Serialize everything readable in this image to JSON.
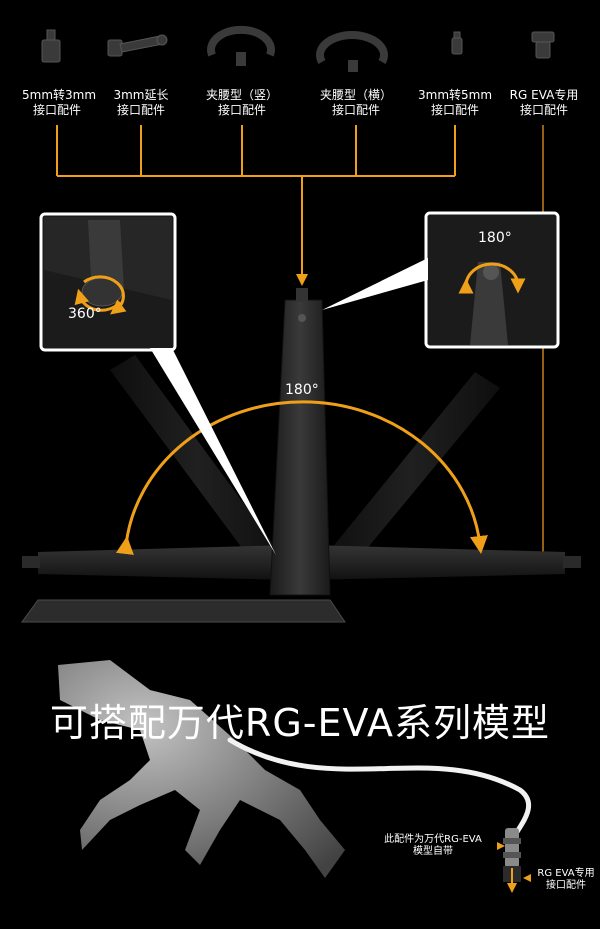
{
  "accessories": [
    {
      "line1": "5mm转3mm",
      "line2": "接口配件",
      "icon": "peg-adapter-icon"
    },
    {
      "line1": "3mm延长",
      "line2": "接口配件",
      "icon": "extension-arm-icon"
    },
    {
      "line1": "夹腰型（竖）",
      "line2": "接口配件",
      "icon": "waist-clamp-vertical-icon"
    },
    {
      "line1": "夹腰型（横）",
      "line2": "接口配件",
      "icon": "waist-clamp-horizontal-icon"
    },
    {
      "line1": "3mm转5mm",
      "line2": "接口配件",
      "icon": "small-peg-icon"
    },
    {
      "line1": "RG EVA专用",
      "line2": "接口配件",
      "icon": "eva-connector-icon"
    }
  ],
  "rotation": {
    "left_zoom": "360°",
    "right_zoom": "180°",
    "arm_swing": "180°"
  },
  "headline": "可搭配万代RG-EVA系列模型",
  "notes": {
    "bundled_line1": "此配件为万代RG-EVA",
    "bundled_line2": "模型自带",
    "eva_line1": "RG EVA专用",
    "eva_line2": "接口配件"
  },
  "colors": {
    "accent": "#f0a018",
    "background": "#000000",
    "product": "#2a2a2a"
  }
}
